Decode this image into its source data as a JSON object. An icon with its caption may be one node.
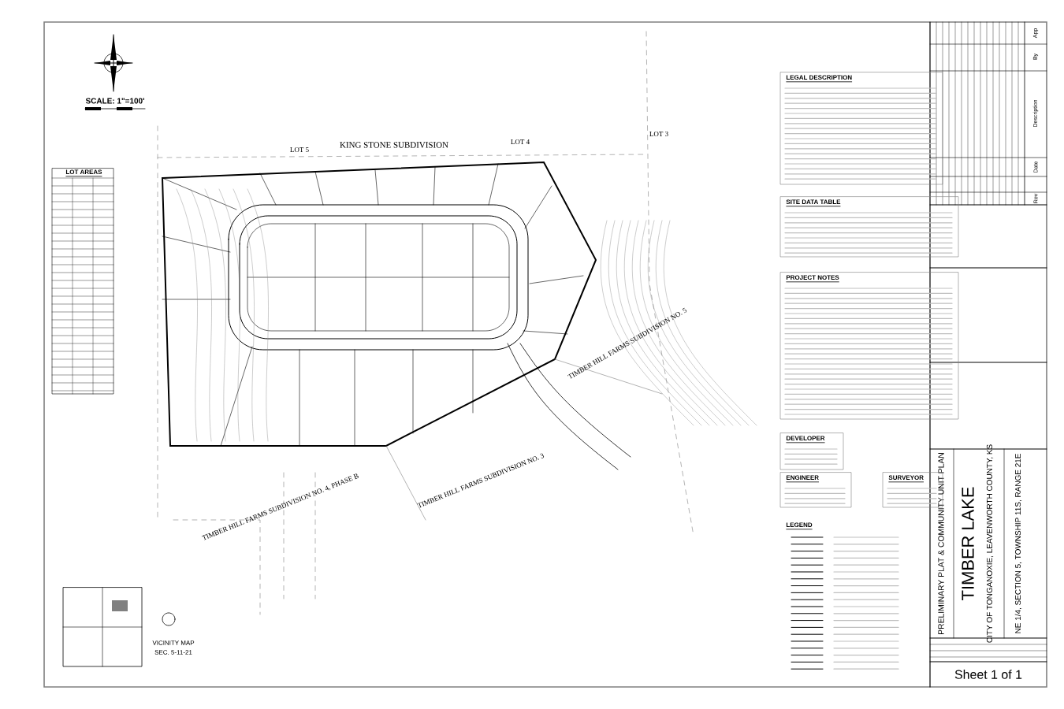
{
  "diagram": {
    "title": "TIMBER LAKE",
    "nodes": [
      {
        "text": [
          "LEGAL DESCRIPTION"
        ]
      },
      {
        "text": [
          "SITE DATA TABLE"
        ]
      },
      {
        "text": [
          "PROJECT NOTES"
        ]
      },
      {
        "text": [
          "DEVELOPER"
        ]
      },
      {
        "text": [
          "ENGINEER"
        ]
      },
      {
        "text": [
          "SURVEYOR"
        ]
      },
      {
        "text": [
          "LEGEND"
        ]
      },
      {
        "text": [
          "LOT AREAS"
        ]
      }
    ],
    "labels": [
      "SCALE: 1\"=100'",
      "LOT 5",
      "KING STONE SUBDIVISION",
      "LOT 4",
      "LOT 3",
      "TIMBER HILL FARMS SUBDIVISION NO. 5",
      "TIMBER HILL FARMS SUBDIVISION NO. 3",
      "TIMBER HILL FARMS SUBDIVISION NO. 4, PHASE B",
      "VICINITY MAP",
      "SEC. 5-11-21",
      "Rev",
      "Date",
      "Description",
      "By",
      "App",
      "PRELIMINARY PLAT & COMMUNITY UNIT PLAN",
      "CITY OF TONGANOXIE, LEAVENWORTH COUNTY, KS",
      "NE 1/4, SECTION 5, TOWNSHIP 11S, RANGE 21E",
      "Sheet 1 of 1"
    ]
  }
}
